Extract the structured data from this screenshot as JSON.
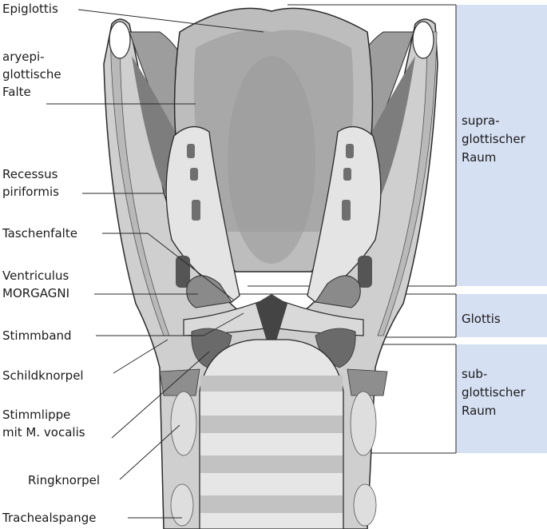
{
  "labels": {
    "epiglottis": "Epiglottis",
    "aryepiglottische_falte": "aryepi-\nglottische\nFalte",
    "recessus_piriformis": "Recessus\npiriformis",
    "taschenfalte": "Taschenfalte",
    "ventriculus_morgagni": "Ventriculus\nMORGAGNI",
    "stimmband": "Stimmband",
    "schildknorpel": "Schildknorpel",
    "stimmlippe": "Stimmlippe\nmit M. vocalis",
    "ringknorpel": "Ringknorpel",
    "trachealspange": "Trachealspange"
  },
  "regions": {
    "supraglottisch": "supra-\nglottischer\nRaum",
    "glottis": "Glottis",
    "subglottisch": "sub-\nglottischer\nRaum"
  },
  "colors": {
    "region_fill": "#d6e0f3",
    "tissue_light": "#e4e4e4",
    "tissue_mid": "#c6c6c6",
    "tissue_dark": "#8c8c8c",
    "cartilage": "#6f6f6f",
    "outline": "#2a2a2a"
  }
}
